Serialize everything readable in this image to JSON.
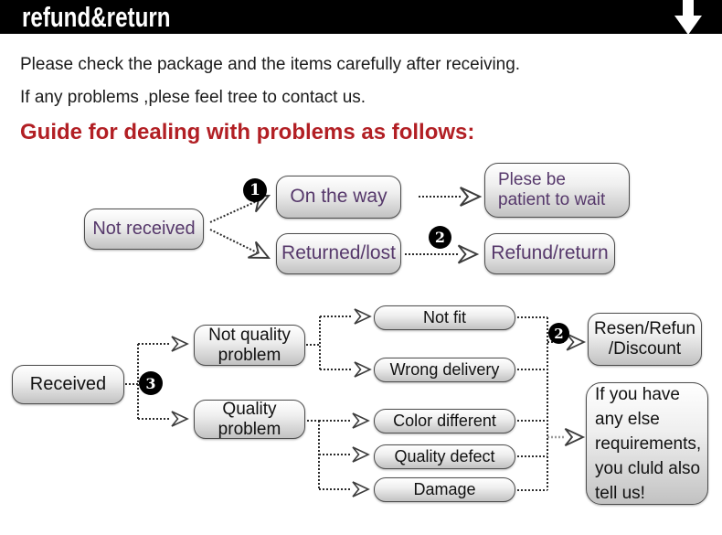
{
  "banner": {
    "title": "refund&return",
    "icon": "down-arrow-icon",
    "bg_color": "#000000",
    "text_color": "#ffffff"
  },
  "intro": {
    "line1": "Please check the package and the items carefully after receiving.",
    "line2": "If any problems ,plese feel tree to contact us."
  },
  "heading": {
    "text": "Guide for dealing with problems as follows:",
    "color": "#b21f24"
  },
  "flow_not_received": {
    "source": "Not received",
    "step1_badge": "1",
    "on_the_way": "On the way",
    "returned_lost": "Returned/lost",
    "step2_badge": "2",
    "patient_line1": "Plese be",
    "patient_line2": "patient to wait",
    "refund_return": "Refund/return"
  },
  "flow_received": {
    "source": "Received",
    "step3_badge": "3",
    "not_quality_line1": "Not quality",
    "not_quality_line2": "problem",
    "quality_line1": "Quality",
    "quality_line2": "problem",
    "not_fit": "Not fit",
    "wrong_delivery": "Wrong delivery",
    "color_different": "Color different",
    "quality_defect": "Quality defect",
    "damage": "Damage",
    "step2_badge": "2",
    "resolution_line1": "Resen/Refun",
    "resolution_line2": "/Discount",
    "note_line1": "If you have",
    "note_line2": "any else",
    "note_line3": "requirements,",
    "note_line4": "you cluld also",
    "note_line5": "tell us!"
  },
  "colors": {
    "heading_red": "#b21f24",
    "box_text_purple": "#56386b",
    "box_border": "#4d4d4d",
    "connector": "#2a2a2a",
    "badge_bg": "#000000"
  }
}
